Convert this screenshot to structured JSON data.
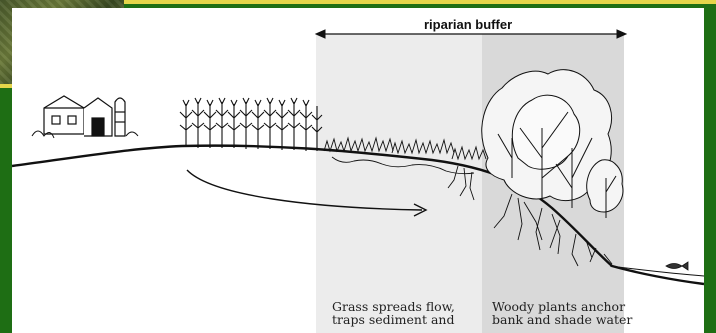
{
  "diagram": {
    "buffer_label": "riparian buffer",
    "grass_caption": "Grass spreads flow,\ntraps sediment and",
    "woody_caption": "Woody plants anchor\nbank and shade water",
    "colors": {
      "frame_green": "#1e6e14",
      "accent_yellow": "#e5d54a",
      "grass_zone": "#ececec",
      "woody_zone": "#d9d9d9",
      "ink": "#111111"
    },
    "icons": [
      "farm-barn-icon",
      "silo-icon",
      "corn-row-icon",
      "grass-icon",
      "tree-icon",
      "root-icon",
      "fish-icon",
      "flow-arrow-icon"
    ]
  }
}
